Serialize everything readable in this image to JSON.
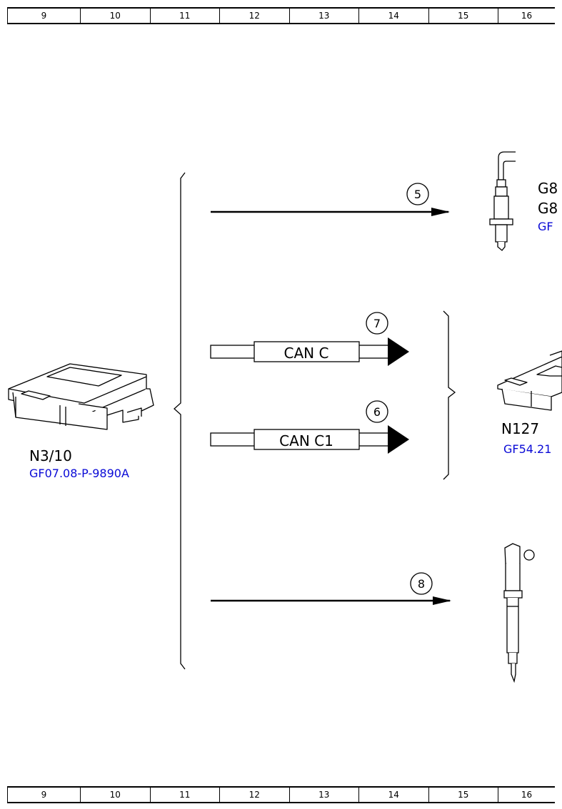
{
  "ruler": [
    "9",
    "10",
    "11",
    "12",
    "13",
    "14",
    "15",
    "16"
  ],
  "components": {
    "n3_10": {
      "label": "N3/10",
      "ref": "GF07.08-P-9890A"
    },
    "n127": {
      "label": "N127",
      "ref": "GF54.21"
    },
    "g_sensor": {
      "line1": "G8",
      "line2": "G8",
      "ref": "GF"
    }
  },
  "signals": {
    "s5": "5",
    "s7": "7",
    "s6": "6",
    "s8": "8",
    "can_c": "CAN C",
    "can_c1": "CAN C1"
  }
}
